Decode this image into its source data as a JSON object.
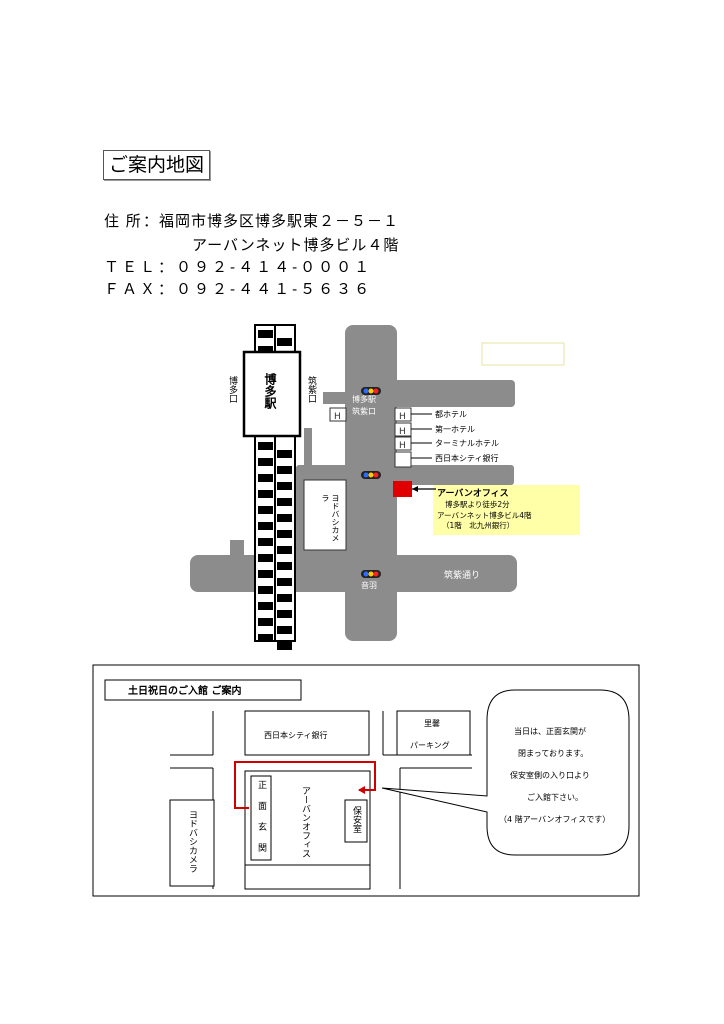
{
  "title": "ご案内地図",
  "address": {
    "label": "住 所",
    "line1": "：福岡市博多区博多駅東２－５－１",
    "line2": "アーバンネット博多ビル４階",
    "tel": "ＴＥＬ：０９２-４１４-０００１",
    "fax": "ＦＡＸ：０９２-４４１-５６３６"
  },
  "map1": {
    "station": "博多駅",
    "hakata_exit": "博多口",
    "chikushi_exit": "筑紫口",
    "signal_top": "博多駅\n筑紫口",
    "hotels": [
      "都ホテル",
      "第一ホテル",
      "ターミナルホテル",
      "西日本シティ銀行"
    ],
    "hotel_mark": "H",
    "yodobashi": "ヨドバシカメラ",
    "signal_bottom": "音羽",
    "chikushi_street": "筑紫通り",
    "office": {
      "name": "アーバンオフィス",
      "walk": "博多駅より徒歩2分",
      "building": "アーバンネット博多ビル4階",
      "floor1": "（1階　北九州銀行）"
    },
    "colors": {
      "road": "#8c8c8c",
      "office": "#e00000",
      "callout": "#ffffa8"
    }
  },
  "map2": {
    "title": "土日祝日のご入館  ご案内",
    "bank": "西日本シティ銀行",
    "parking_line1": "里馨",
    "parking_line2": "パーキング",
    "yodobashi": "ヨドバシカメラ",
    "main_entrance": "正面玄関",
    "urban_office": "アーバンオフィス",
    "security_room": "保安室",
    "notice": [
      "当日は、正面玄関が",
      "閉まっております。",
      "保安室側の入り口より",
      "ご入館下さい。",
      "（4 階アーバンオフィスです）"
    ],
    "colors": {
      "route": "#d00000"
    }
  }
}
